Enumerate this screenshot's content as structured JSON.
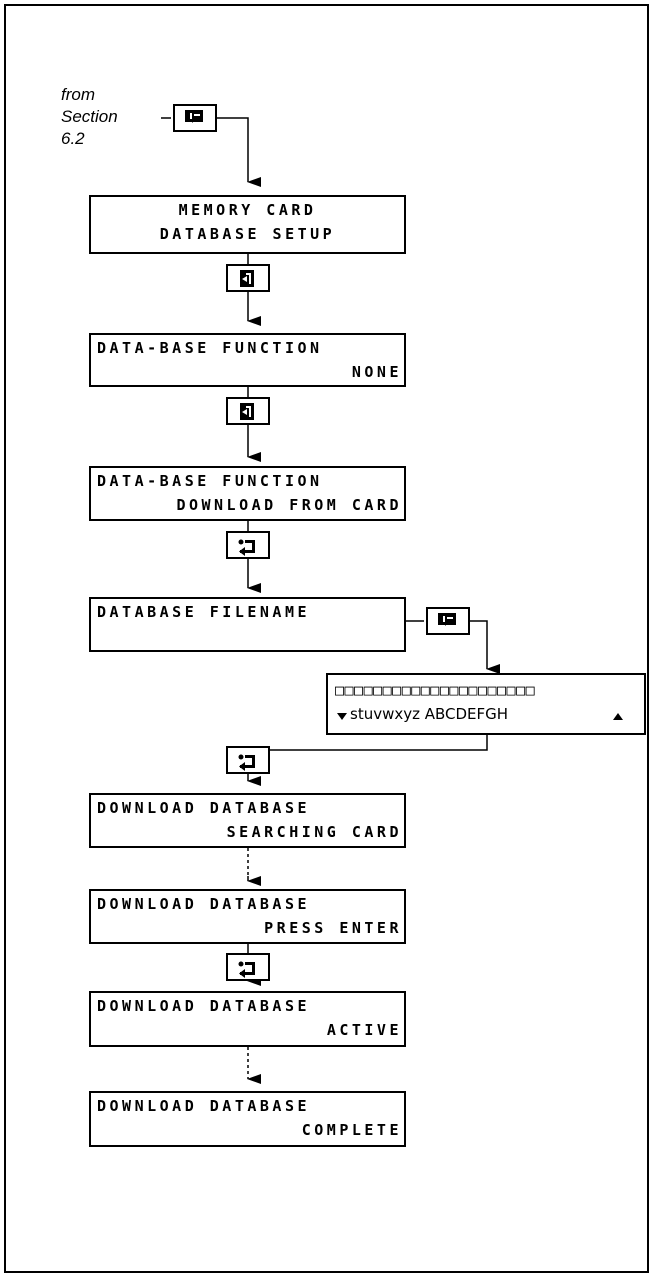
{
  "note": [
    "from",
    "Section",
    "6.2"
  ],
  "screens": [
    {
      "line1": "MEMORY CARD",
      "line2": "DATABASE SETUP"
    },
    {
      "line1": "DATA-BASE FUNCTION",
      "line2": "NONE"
    },
    {
      "line1": "DATA-BASE FUNCTION",
      "line2": "DOWNLOAD FROM CARD"
    },
    {
      "line1": "DATABASE FILENAME",
      "line2": ""
    },
    {
      "line1": "DOWNLOAD DATABASE",
      "line2": "SEARCHING CARD"
    },
    {
      "line1": "DOWNLOAD DATABASE",
      "line2": "PRESS ENTER"
    },
    {
      "line1": "DOWNLOAD DATABASE",
      "line2": "ACTIVE"
    },
    {
      "line1": "DOWNLOAD DATABASE",
      "line2": "COMPLETE"
    }
  ],
  "keyboard": {
    "boxes": "□□□□□□□□□□□□□□□□□□□□□",
    "characters": "stuvwxyz ABCDEFGH"
  },
  "keys": {
    "edit": "edit-key-icon",
    "next": "next-key-icon",
    "enter": "enter-key-icon"
  }
}
